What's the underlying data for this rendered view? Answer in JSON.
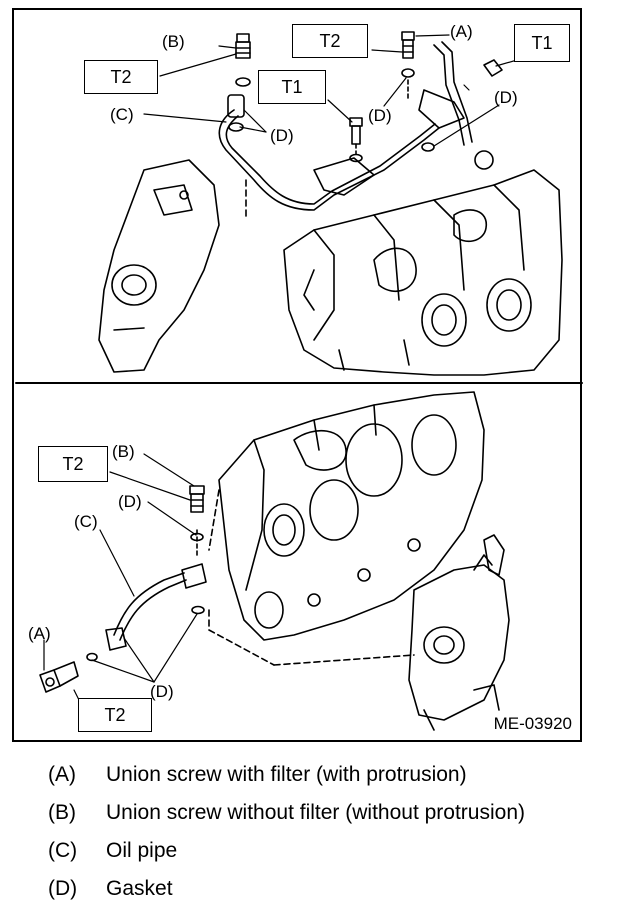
{
  "figure": {
    "figure_id": "ME-03920",
    "top_view": {
      "callouts": {
        "a": "(A)",
        "b": "(B)",
        "c": "(C)",
        "d1": "(D)",
        "d2": "(D)",
        "d3": "(D)"
      },
      "torque_boxes": {
        "t2_left": "T2",
        "t2_center": "T2",
        "t1_center": "T1",
        "t1_right": "T1"
      }
    },
    "bottom_view": {
      "callouts": {
        "a": "(A)",
        "b": "(B)",
        "c": "(C)",
        "d1": "(D)",
        "d2": "(D)"
      },
      "torque_boxes": {
        "t2_upper": "T2",
        "t2_lower": "T2"
      }
    }
  },
  "legend": [
    {
      "key": "(A)",
      "text": "Union screw with filter (with protrusion)"
    },
    {
      "key": "(B)",
      "text": "Union screw without filter (without protrusion)"
    },
    {
      "key": "(C)",
      "text": "Oil pipe"
    },
    {
      "key": "(D)",
      "text": "Gasket"
    }
  ]
}
